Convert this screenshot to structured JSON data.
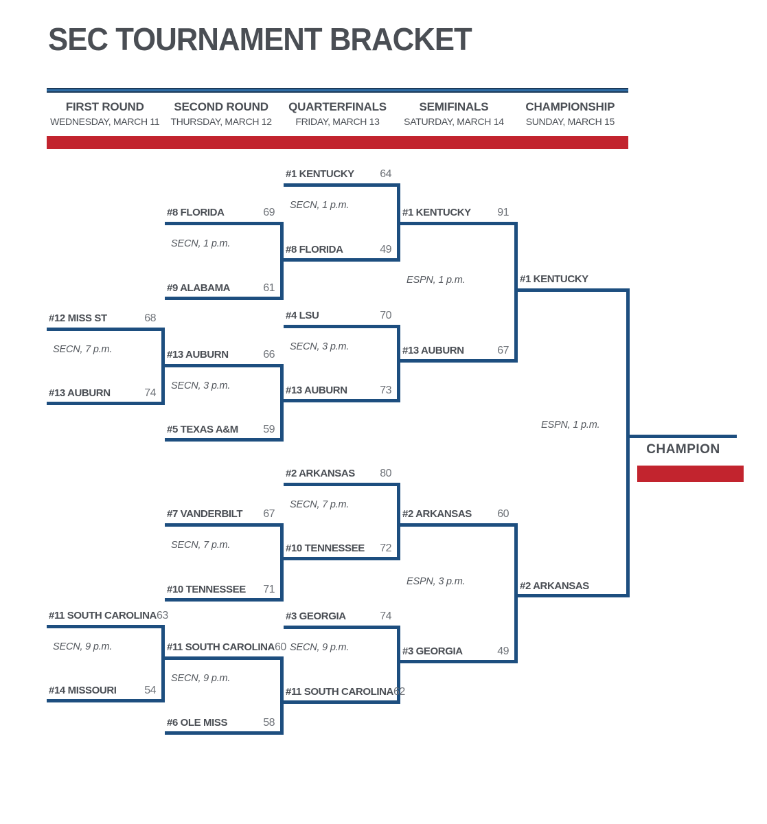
{
  "title": "SEC TOURNAMENT BRACKET",
  "colors": {
    "line_navy": "#1d4e7f",
    "accent_red": "#c2242e",
    "text_dark": "#4a4e54",
    "score_gray": "#6e7278"
  },
  "rounds": [
    {
      "label": "FIRST ROUND",
      "date": "WEDNESDAY, MARCH 11"
    },
    {
      "label": "SECOND ROUND",
      "date": "THURSDAY, MARCH 12"
    },
    {
      "label": "QUARTERFINALS",
      "date": "FRIDAY, MARCH 13"
    },
    {
      "label": "SEMIFINALS",
      "date": "SATURDAY, MARCH 14"
    },
    {
      "label": "CHAMPIONSHIP",
      "date": "SUNDAY, MARCH 15"
    }
  ],
  "games": {
    "fr1": {
      "tv": "SECN, 7 p.m.",
      "top": {
        "name": "#12 MISS ST",
        "score": "68"
      },
      "bottom": {
        "name": "#13 AUBURN",
        "score": "74"
      }
    },
    "fr2": {
      "tv": "SECN, 9 p.m.",
      "top": {
        "name": "#11 SOUTH CAROLINA",
        "score": "63"
      },
      "bottom": {
        "name": "#14 MISSOURI",
        "score": "54"
      }
    },
    "sr1": {
      "tv": "SECN, 1 p.m.",
      "top": {
        "name": "#8 FLORIDA",
        "score": "69"
      },
      "bottom": {
        "name": "#9 ALABAMA",
        "score": "61"
      }
    },
    "sr2": {
      "tv": "SECN, 3 p.m.",
      "top": {
        "name": "#13 AUBURN",
        "score": "66"
      },
      "bottom": {
        "name": "#5 TEXAS A&M",
        "score": "59"
      }
    },
    "sr3": {
      "tv": "SECN, 7 p.m.",
      "top": {
        "name": "#7 VANDERBILT",
        "score": "67"
      },
      "bottom": {
        "name": "#10 TENNESSEE",
        "score": "71"
      }
    },
    "sr4": {
      "tv": "SECN, 9 p.m.",
      "top": {
        "name": "#11 SOUTH CAROLINA",
        "score": "60"
      },
      "bottom": {
        "name": "#6 OLE MISS",
        "score": "58"
      }
    },
    "qf1": {
      "tv": "SECN, 1 p.m.",
      "top": {
        "name": "#1 KENTUCKY",
        "score": "64"
      },
      "bottom": {
        "name": "#8 FLORIDA",
        "score": "49"
      }
    },
    "qf2": {
      "tv": "SECN, 3 p.m.",
      "top": {
        "name": "#4 LSU",
        "score": "70"
      },
      "bottom": {
        "name": "#13 AUBURN",
        "score": "73"
      }
    },
    "qf3": {
      "tv": "SECN, 7 p.m.",
      "top": {
        "name": "#2 ARKANSAS",
        "score": "80"
      },
      "bottom": {
        "name": "#10 TENNESSEE",
        "score": "72"
      }
    },
    "qf4": {
      "tv": "SECN, 9 p.m.",
      "top": {
        "name": "#3 GEORGIA",
        "score": "74"
      },
      "bottom": {
        "name": "#11 SOUTH CAROLINA",
        "score": "62"
      }
    },
    "sf1": {
      "tv": "ESPN, 1 p.m.",
      "top": {
        "name": "#1 KENTUCKY",
        "score": "91"
      },
      "bottom": {
        "name": "#13 AUBURN",
        "score": "67"
      }
    },
    "sf2": {
      "tv": "ESPN, 3 p.m.",
      "top": {
        "name": "#2 ARKANSAS",
        "score": "60"
      },
      "bottom": {
        "name": "#3 GEORGIA",
        "score": "49"
      }
    },
    "champ": {
      "tv": "ESPN, 1 p.m.",
      "top": {
        "name": "#1 KENTUCKY"
      },
      "bottom": {
        "name": "#2 ARKANSAS"
      }
    }
  },
  "champion": {
    "label": "CHAMPION"
  }
}
